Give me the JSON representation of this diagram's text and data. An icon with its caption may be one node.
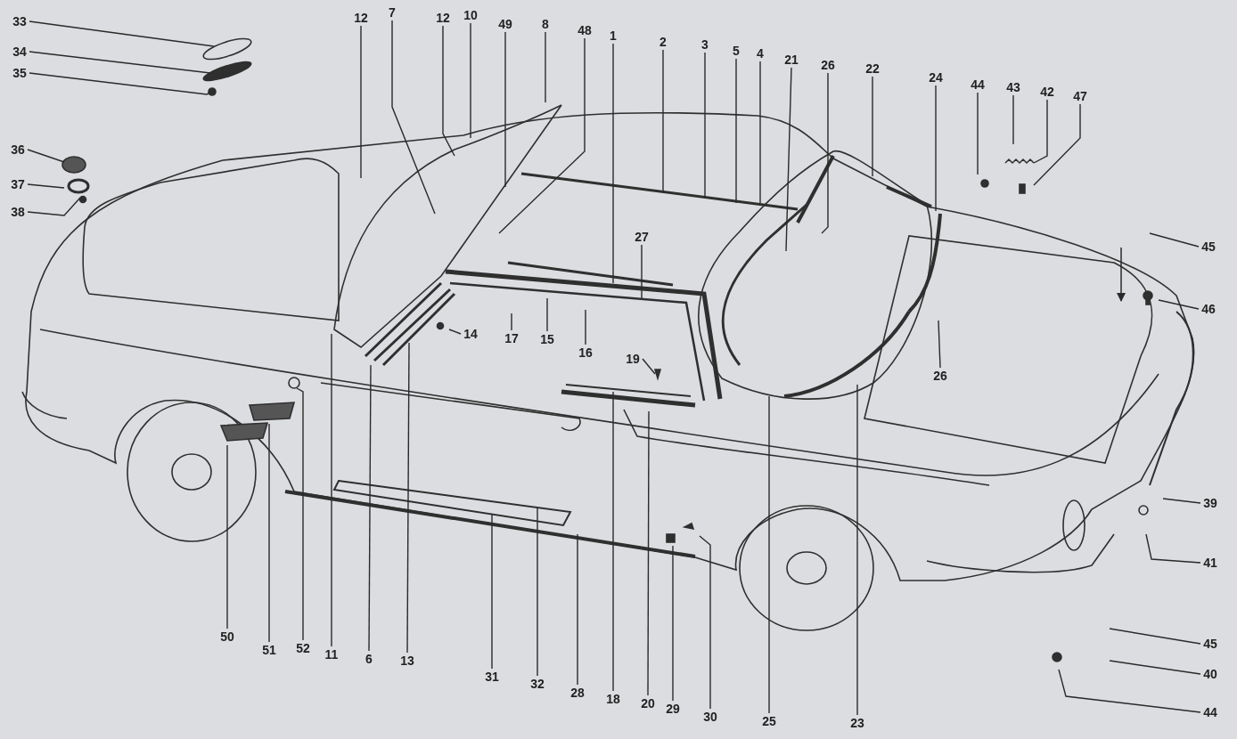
{
  "diagram": {
    "nodes": [
      {
        "text": [
          "33"
        ]
      },
      {
        "text": [
          "34"
        ]
      },
      {
        "text": [
          "35"
        ]
      },
      {
        "text": [
          "36"
        ]
      },
      {
        "text": [
          "37"
        ]
      },
      {
        "text": [
          "38"
        ]
      },
      {
        "text": [
          "12"
        ]
      },
      {
        "text": [
          "7"
        ]
      },
      {
        "text": [
          "12"
        ]
      },
      {
        "text": [
          "10"
        ]
      },
      {
        "text": [
          "49"
        ]
      },
      {
        "text": [
          "8"
        ]
      },
      {
        "text": [
          "48"
        ]
      },
      {
        "text": [
          "1"
        ]
      },
      {
        "text": [
          "2"
        ]
      },
      {
        "text": [
          "3"
        ]
      },
      {
        "text": [
          "5"
        ]
      },
      {
        "text": [
          "4"
        ]
      },
      {
        "text": [
          "21"
        ]
      },
      {
        "text": [
          "26"
        ]
      },
      {
        "text": [
          "22"
        ]
      },
      {
        "text": [
          "24"
        ]
      },
      {
        "text": [
          "44"
        ]
      },
      {
        "text": [
          "43"
        ]
      },
      {
        "text": [
          "42"
        ]
      },
      {
        "text": [
          "47"
        ]
      },
      {
        "text": [
          "45"
        ]
      },
      {
        "text": [
          "46"
        ]
      },
      {
        "text": [
          "27"
        ]
      },
      {
        "text": [
          "14"
        ]
      },
      {
        "text": [
          "17"
        ]
      },
      {
        "text": [
          "15"
        ]
      },
      {
        "text": [
          "16"
        ]
      },
      {
        "text": [
          "19"
        ]
      },
      {
        "text": [
          "26"
        ]
      },
      {
        "text": [
          "50"
        ]
      },
      {
        "text": [
          "51"
        ]
      },
      {
        "text": [
          "52"
        ]
      },
      {
        "text": [
          "11"
        ]
      },
      {
        "text": [
          "6"
        ]
      },
      {
        "text": [
          "13"
        ]
      },
      {
        "text": [
          "31"
        ]
      },
      {
        "text": [
          "32"
        ]
      },
      {
        "text": [
          "28"
        ]
      },
      {
        "text": [
          "18"
        ]
      },
      {
        "text": [
          "20"
        ]
      },
      {
        "text": [
          "29"
        ]
      },
      {
        "text": [
          "30"
        ]
      },
      {
        "text": [
          "25"
        ]
      },
      {
        "text": [
          "23"
        ]
      },
      {
        "text": [
          "39"
        ]
      },
      {
        "text": [
          "41"
        ]
      },
      {
        "text": [
          "45"
        ]
      },
      {
        "text": [
          "40"
        ]
      },
      {
        "text": [
          "44"
        ]
      }
    ],
    "edges": [
      {
        "from": 0,
        "to": null,
        "arrow": "none"
      },
      {
        "from": 1,
        "to": null,
        "arrow": "none"
      },
      {
        "from": 2,
        "to": null,
        "arrow": "none"
      },
      {
        "from": 3,
        "to": null,
        "arrow": "none"
      },
      {
        "from": 4,
        "to": null,
        "arrow": "none"
      },
      {
        "from": 5,
        "to": null,
        "arrow": "none"
      },
      {
        "from": 6,
        "to": null,
        "arrow": "none"
      },
      {
        "from": 7,
        "to": null,
        "arrow": "none"
      },
      {
        "from": 8,
        "to": null,
        "arrow": "none"
      },
      {
        "from": 9,
        "to": null,
        "arrow": "none"
      },
      {
        "from": 10,
        "to": null,
        "arrow": "none"
      },
      {
        "from": 11,
        "to": null,
        "arrow": "none"
      },
      {
        "from": 12,
        "to": null,
        "arrow": "none"
      },
      {
        "from": 13,
        "to": null,
        "arrow": "none"
      },
      {
        "from": 14,
        "to": null,
        "arrow": "none"
      },
      {
        "from": 15,
        "to": null,
        "arrow": "none"
      },
      {
        "from": 16,
        "to": null,
        "arrow": "none"
      },
      {
        "from": 17,
        "to": null,
        "arrow": "none"
      },
      {
        "from": 18,
        "to": null,
        "arrow": "none"
      },
      {
        "from": 19,
        "to": null,
        "arrow": "none"
      },
      {
        "from": 20,
        "to": null,
        "arrow": "none"
      },
      {
        "from": 21,
        "to": null,
        "arrow": "none"
      },
      {
        "from": 22,
        "to": null,
        "arrow": "none"
      },
      {
        "from": 23,
        "to": null,
        "arrow": "none"
      },
      {
        "from": 24,
        "to": null,
        "arrow": "none"
      },
      {
        "from": 25,
        "to": null,
        "arrow": "none"
      },
      {
        "from": 26,
        "to": null,
        "arrow": "none"
      },
      {
        "from": 27,
        "to": null,
        "arrow": "none"
      },
      {
        "from": 28,
        "to": null,
        "arrow": "none"
      },
      {
        "from": 29,
        "to": null,
        "arrow": "none"
      },
      {
        "from": 30,
        "to": null,
        "arrow": "none"
      },
      {
        "from": 31,
        "to": null,
        "arrow": "none"
      },
      {
        "from": 32,
        "to": null,
        "arrow": "none"
      },
      {
        "from": 33,
        "to": null,
        "arrow": "none"
      },
      {
        "from": 34,
        "to": null,
        "arrow": "none"
      },
      {
        "from": 35,
        "to": null,
        "arrow": "none"
      },
      {
        "from": 36,
        "to": null,
        "arrow": "none"
      },
      {
        "from": 37,
        "to": null,
        "arrow": "none"
      },
      {
        "from": 38,
        "to": null,
        "arrow": "none"
      },
      {
        "from": 39,
        "to": null,
        "arrow": "none"
      },
      {
        "from": 40,
        "to": null,
        "arrow": "none"
      },
      {
        "from": 41,
        "to": null,
        "arrow": "none"
      },
      {
        "from": 42,
        "to": null,
        "arrow": "none"
      },
      {
        "from": 43,
        "to": null,
        "arrow": "none"
      },
      {
        "from": 44,
        "to": null,
        "arrow": "none"
      },
      {
        "from": 45,
        "to": null,
        "arrow": "none"
      },
      {
        "from": 46,
        "to": null,
        "arrow": "none"
      },
      {
        "from": 47,
        "to": null,
        "arrow": "none"
      },
      {
        "from": 48,
        "to": null,
        "arrow": "none"
      },
      {
        "from": 49,
        "to": null,
        "arrow": "none"
      },
      {
        "from": 50,
        "to": null,
        "arrow": "none"
      },
      {
        "from": 51,
        "to": null,
        "arrow": "none"
      },
      {
        "from": 52,
        "to": null,
        "arrow": "none"
      },
      {
        "from": 53,
        "to": null,
        "arrow": "none"
      },
      {
        "from": 54,
        "to": null,
        "arrow": "none"
      }
    ]
  }
}
